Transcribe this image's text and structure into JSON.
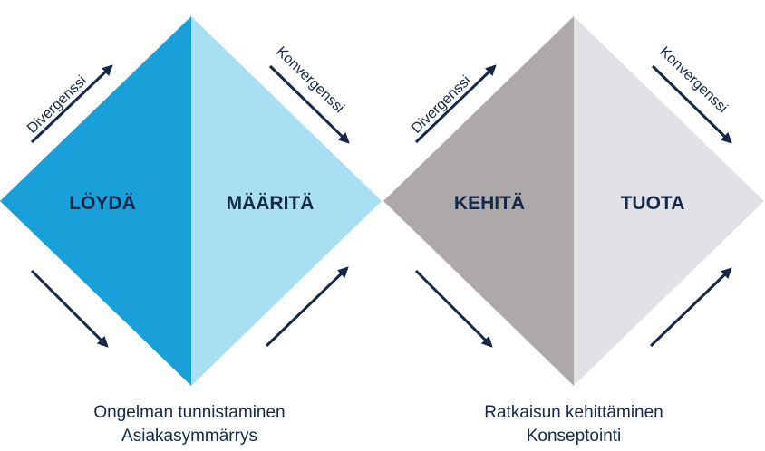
{
  "colors": {
    "discover": "#1aa0d8",
    "define": "#a8dff2",
    "develop": "#aca9a8",
    "deliver": "#e2e2e6",
    "ink": "#14284b"
  },
  "diamonds": [
    {
      "left_phase": "LÖYDÄ",
      "right_phase": "MÄÄRITÄ",
      "divergence_label": "Divergenssi",
      "convergence_label": "Konvergenssi",
      "caption_line1": "Ongelman tunnistaminen",
      "caption_line2": "Asiakasymmärrys"
    },
    {
      "left_phase": "KEHITÄ",
      "right_phase": "TUOTA",
      "divergence_label": "Divergenssi",
      "convergence_label": "Konvergenssi",
      "caption_line1": "Ratkaisun kehittäminen",
      "caption_line2": "Konseptointi"
    }
  ]
}
